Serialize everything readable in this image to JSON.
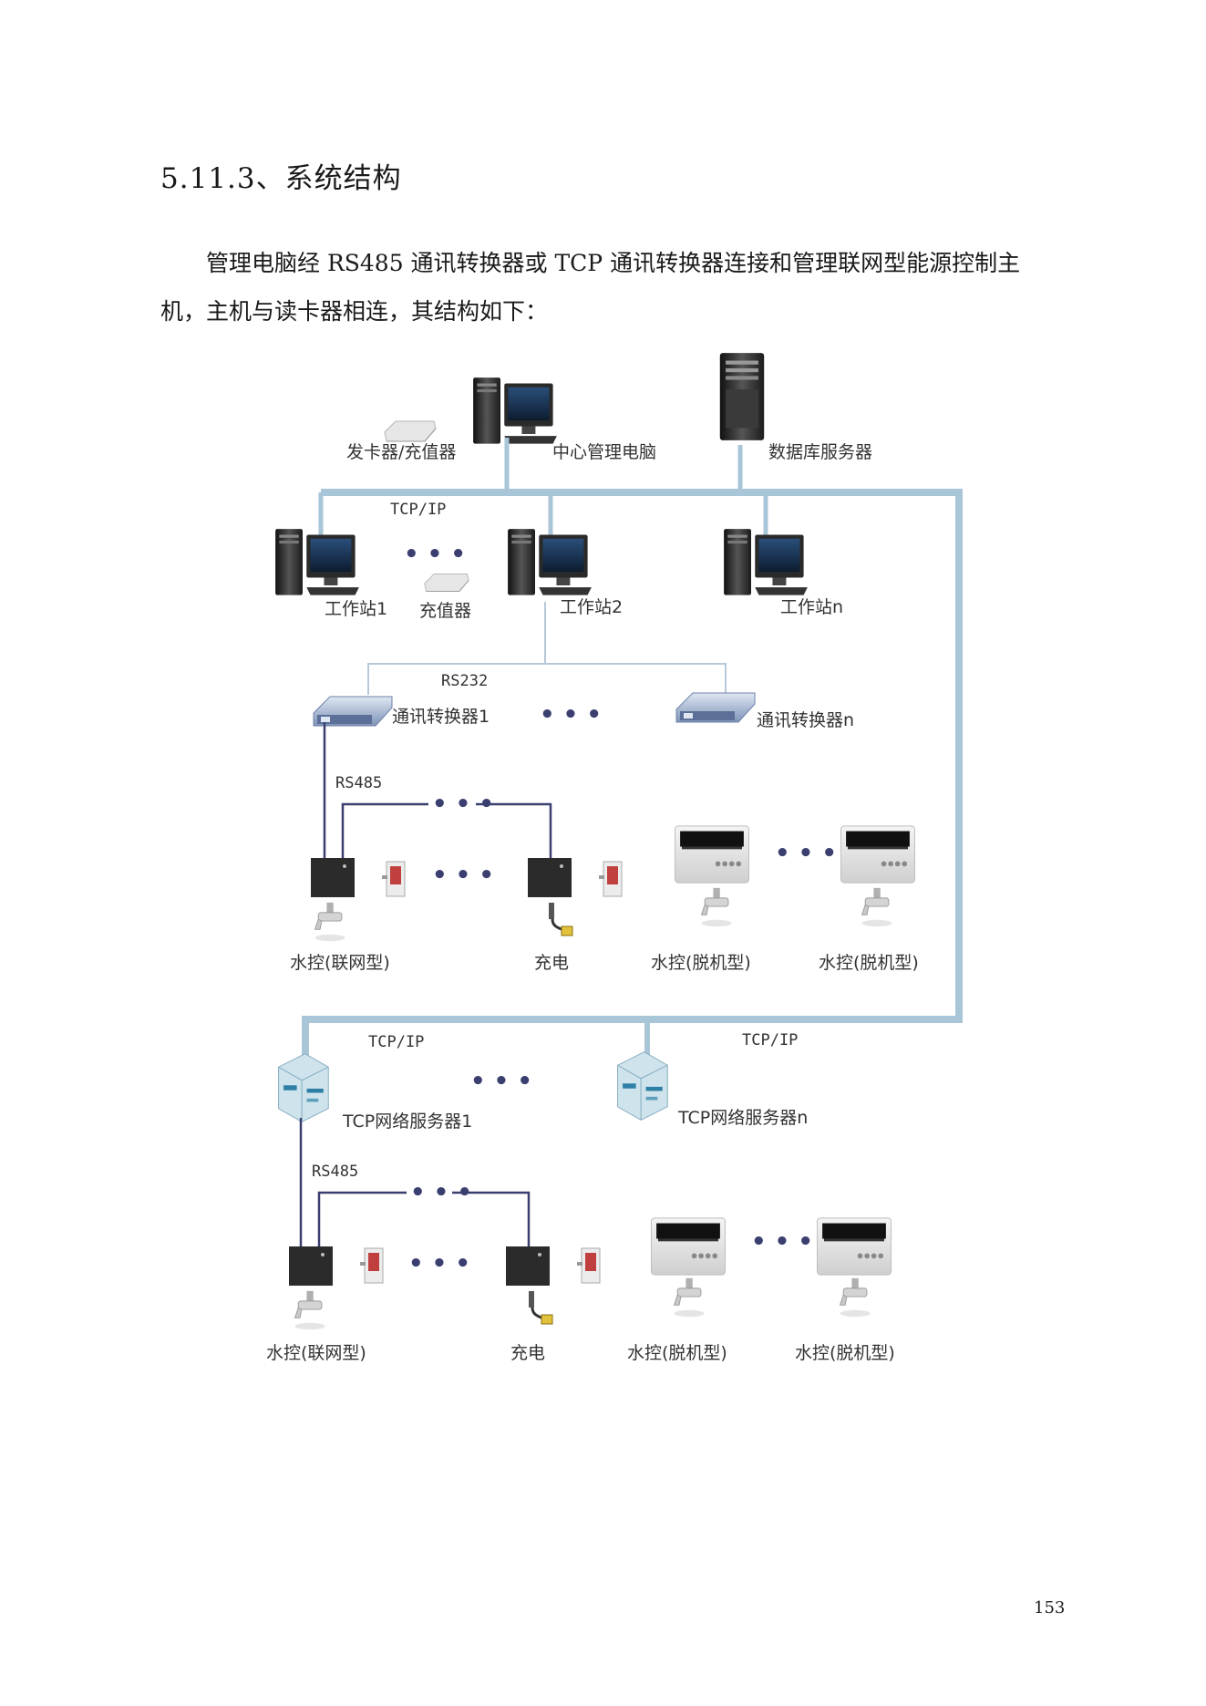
{
  "heading": "5.11.3、系统结构",
  "paragraph_line1": "管理电脑经 RS485 通讯转换器或 TCP 通讯转换器连接和管理联网型能源控制主",
  "paragraph_line2": "机，主机与读卡器相连，其结构如下：",
  "page_number": "153",
  "diagram": {
    "labels": {
      "card_issuer": "发卡器/充值器",
      "center_pc": "中心管理电脑",
      "db_server": "数据库服务器",
      "tcpip_top": "TCP/IP",
      "workstation1": "工作站1",
      "recharger": "充值器",
      "workstation2": "工作站2",
      "workstationn": "工作站n",
      "rs232": "RS232",
      "converter1": "通讯转换器1",
      "convertern": "通讯转换器n",
      "rs485_a": "RS485",
      "net_tap_a": "水控(联网型)",
      "charge_a": "充电",
      "off_tap_a1": "水控(脱机型)",
      "off_tap_a2": "水控(脱机型)",
      "tcpip_left": "TCP/IP",
      "tcpip_right": "TCP/IP",
      "tcp_server1": "TCP网络服务器1",
      "tcp_servern": "TCP网络服务器n",
      "rs485_b": "RS485",
      "net_tap_b": "水控(联网型)",
      "charge_b": "充电",
      "off_tap_b1": "水控(脱机型)",
      "off_tap_b2": "水控(脱机型)",
      "ellipsis": "• • •"
    },
    "colors": {
      "bus": "#a9c6d8",
      "bus_dark": "#8fb0c8",
      "rs485_line": "#3a3f70",
      "rs232_line": "#b7c9d8"
    }
  }
}
